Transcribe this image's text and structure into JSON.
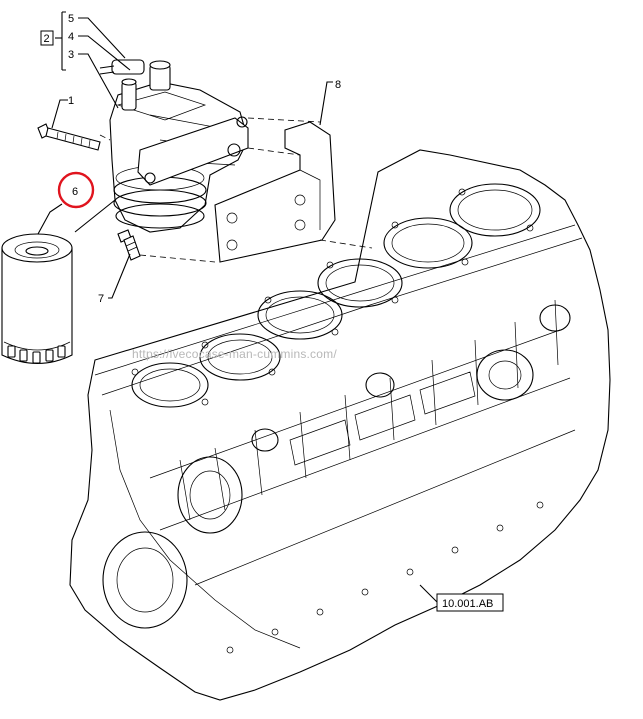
{
  "callouts": [
    {
      "id": "callout-1",
      "label": "1"
    },
    {
      "id": "callout-2",
      "label": "2"
    },
    {
      "id": "callout-3",
      "label": "3"
    },
    {
      "id": "callout-4",
      "label": "4"
    },
    {
      "id": "callout-5",
      "label": "5"
    },
    {
      "id": "callout-6",
      "label": "6"
    },
    {
      "id": "callout-7",
      "label": "7"
    },
    {
      "id": "callout-8",
      "label": "8"
    }
  ],
  "reference": {
    "label": "10.001.AB"
  },
  "watermark": {
    "text": "https://ivecocase-man-cummins.com/"
  },
  "highlight_color": "#e0141e",
  "line_color": "#000000"
}
